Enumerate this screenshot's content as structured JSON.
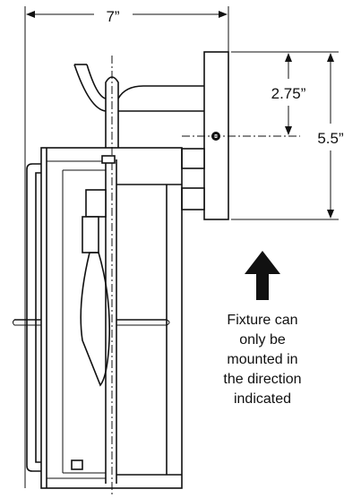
{
  "dimensions": {
    "width": "7”",
    "offset": "2.75”",
    "height": "5.5”"
  },
  "note": {
    "lines": [
      "Fixture can",
      "only be",
      "mounted in",
      "the direction",
      "indicated"
    ]
  },
  "colors": {
    "line": "#111111",
    "background": "#ffffff"
  },
  "icons": {
    "direction_arrow": "up-arrow-icon"
  }
}
